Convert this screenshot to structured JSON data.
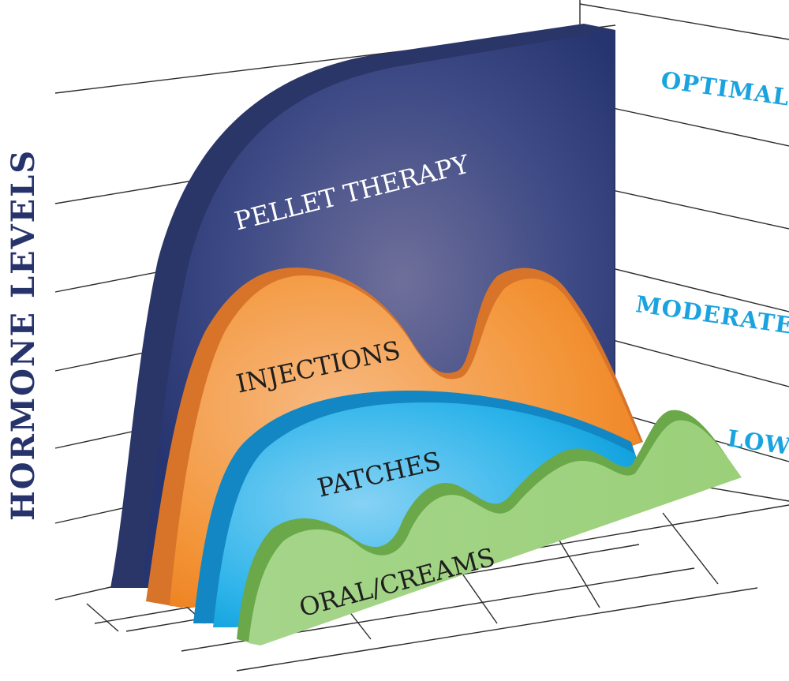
{
  "chart_data": {
    "type": "area",
    "ylabel": "HORMONE LEVELS",
    "xlabel": "",
    "levels": [
      "OPTIMAL",
      "MODERATE",
      "LOW"
    ],
    "grid": true,
    "series": [
      {
        "name": "PELLET THERAPY",
        "color": "#2c3a78",
        "pattern": "rapid rise to optimal, sustained"
      },
      {
        "name": "INJECTIONS",
        "color": "#f28c2a",
        "pattern": "peaks and troughs between low and moderate"
      },
      {
        "name": "PATCHES",
        "color": "#1ba8e6",
        "pattern": "single smooth curve below moderate"
      },
      {
        "name": "ORAL/CREAMS",
        "color": "#7cc04b",
        "pattern": "repeated small waves at low level"
      }
    ]
  }
}
